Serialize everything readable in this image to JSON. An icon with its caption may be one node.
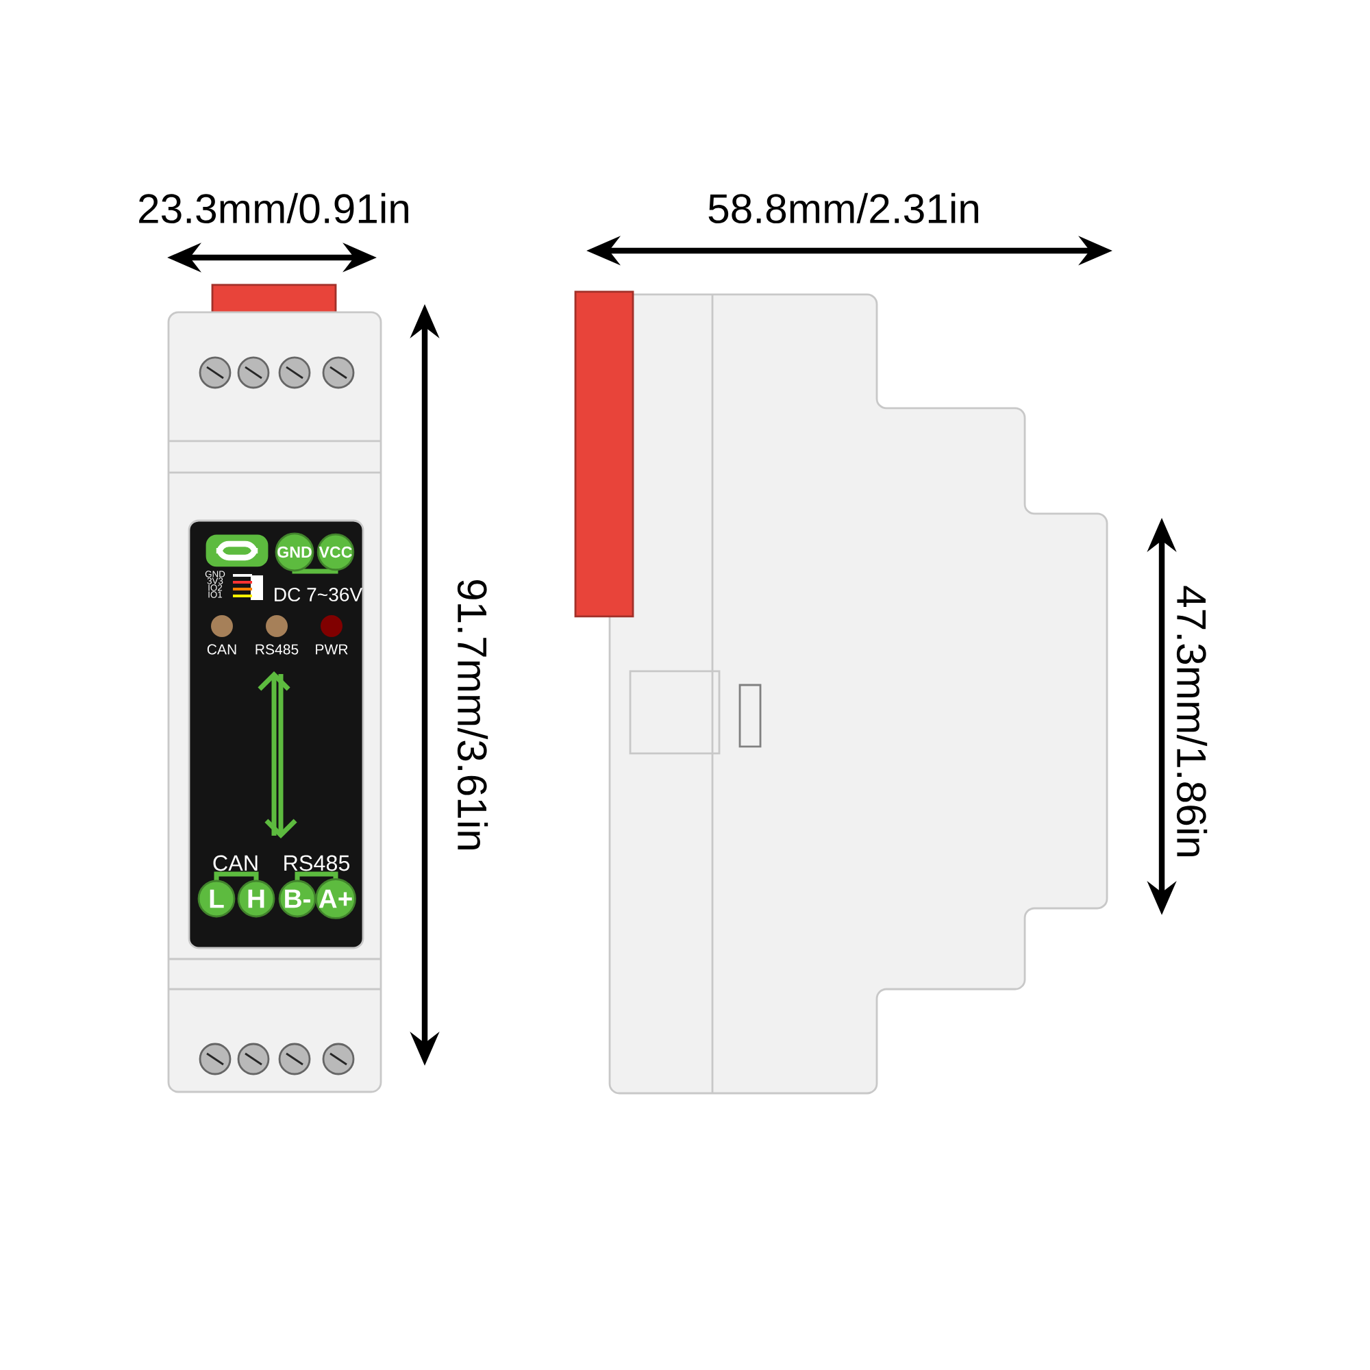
{
  "diagram": {
    "nodes": [
      {
        "text": [
          "GND"
        ]
      },
      {
        "text": [
          "VCC"
        ]
      },
      {
        "text": [
          "L"
        ]
      },
      {
        "text": [
          "H"
        ]
      },
      {
        "text": [
          "B-"
        ]
      },
      {
        "text": [
          "A+"
        ]
      }
    ],
    "labels": [
      "23.3mm/0.91in",
      "58.8mm/2.31in",
      "91.7mm/3.61in",
      "47.3mm/1.86in",
      "GND",
      "3V3",
      "IO2",
      "IO1",
      "DC 7~36V",
      "CAN",
      "RS485",
      "PWR",
      "CAN",
      "RS485"
    ]
  }
}
